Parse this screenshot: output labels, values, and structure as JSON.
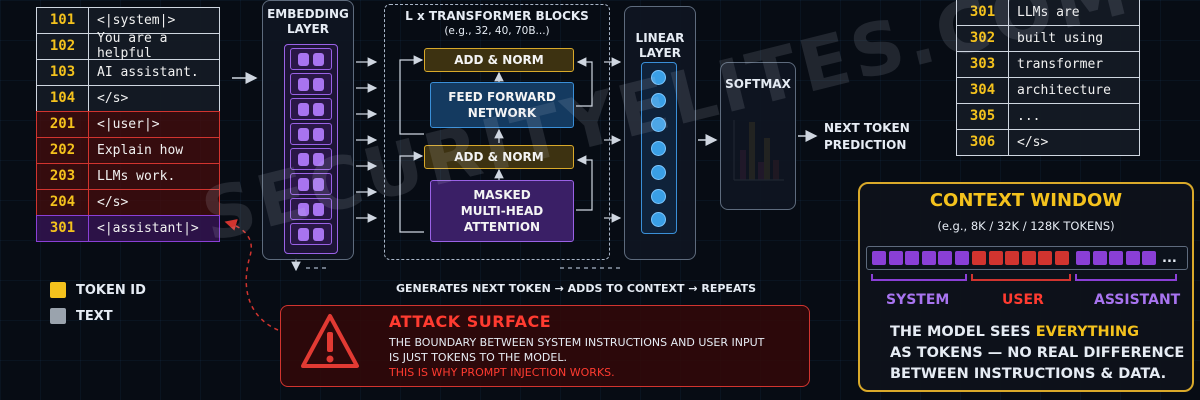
{
  "input_tokens": [
    {
      "id": "101",
      "text": "<|system|>",
      "role": "system"
    },
    {
      "id": "102",
      "text": "You are a helpful",
      "role": "system"
    },
    {
      "id": "103",
      "text": "AI assistant.",
      "role": "system"
    },
    {
      "id": "104",
      "text": "</s>",
      "role": "system"
    },
    {
      "id": "201",
      "text": "<|user|>",
      "role": "user"
    },
    {
      "id": "202",
      "text": "Explain how",
      "role": "user"
    },
    {
      "id": "203",
      "text": "LLMs work.",
      "role": "user"
    },
    {
      "id": "204",
      "text": "</s>",
      "role": "user"
    },
    {
      "id": "301",
      "text": "<|assistant|>",
      "role": "assistant"
    }
  ],
  "legend": {
    "token_id": "TOKEN ID",
    "text": "TEXT",
    "token_id_color": "#f4c21d",
    "text_color": "#9aa3ad"
  },
  "embedding": {
    "title_line1": "EMBEDDING",
    "title_line2": "LAYER"
  },
  "transformer": {
    "title": "L x TRANSFORMER BLOCKS",
    "subtitle": "(e.g., 32, 40, 70B...)",
    "add_norm_top": "ADD & NORM",
    "ffn_line1": "FEED FORWARD",
    "ffn_line2": "NETWORK",
    "add_norm_bottom": "ADD & NORM",
    "attn_line1": "MASKED",
    "attn_line2": "MULTI-HEAD",
    "attn_line3": "ATTENTION"
  },
  "linear": {
    "title_line1": "LINEAR",
    "title_line2": "LAYER"
  },
  "softmax": {
    "title": "SOFTMAX"
  },
  "next_token": {
    "line1": "NEXT TOKEN",
    "line2": "PREDICTION"
  },
  "output_tokens": [
    {
      "id": "301",
      "text": "LLMs are"
    },
    {
      "id": "302",
      "text": "built using"
    },
    {
      "id": "303",
      "text": "transformer"
    },
    {
      "id": "304",
      "text": "architecture"
    },
    {
      "id": "305",
      "text": "..."
    },
    {
      "id": "306",
      "text": "</s>"
    }
  ],
  "loop_caption": "GENERATES NEXT TOKEN → ADDS TO CONTEXT → REPEATS",
  "attack": {
    "title": "ATTACK SURFACE",
    "line1": "THE BOUNDARY BETWEEN SYSTEM INSTRUCTIONS AND USER INPUT",
    "line2": "IS JUST TOKENS TO THE MODEL.",
    "line3": "THIS IS WHY PROMPT INJECTION WORKS."
  },
  "context": {
    "title": "CONTEXT WINDOW",
    "subtitle": "(e.g., 8K / 32K / 128K TOKENS)",
    "ellipsis": "...",
    "system_label": "SYSTEM",
    "user_label": "USER",
    "assistant_label": "ASSISTANT",
    "body_line1_a": "THE MODEL SEES ",
    "body_line1_b": "EVERYTHING",
    "body_line2": "AS TOKENS — NO REAL DIFFERENCE",
    "body_line3": "BETWEEN INSTRUCTIONS & DATA."
  },
  "watermark": "SECURITYELITES.COM",
  "colors": {
    "system": "#cfd6e0",
    "user": "#d1342f",
    "assistant": "#8a3fd6",
    "token_id": "#f4c21d",
    "accent_gold": "#d9a92a",
    "ffn_blue": "#3a8fd8"
  }
}
